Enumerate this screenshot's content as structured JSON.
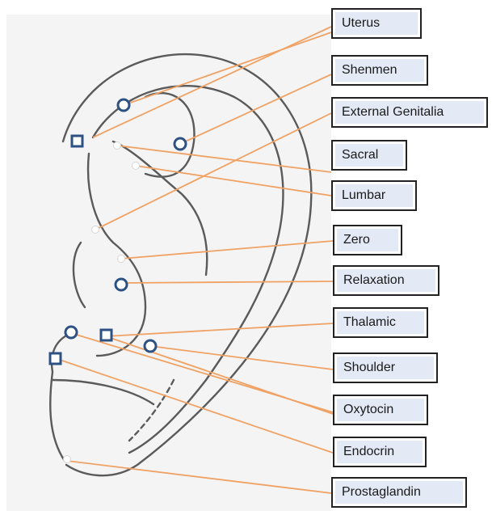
{
  "labels": {
    "uterus": "Uterus",
    "shenmen": "Shenmen",
    "external_genitalia": "External Genitalia",
    "sacral": "Sacral",
    "lumbar": "Lumbar",
    "zero": "Zero",
    "relaxation": "Relaxation",
    "thalamic": "Thalamic",
    "shoulder": "Shoulder",
    "oxytocin": "Oxytocin",
    "endocrin": "Endocrin",
    "prostaglandin": "Prostaglandin"
  },
  "colors": {
    "leader_line": "#f0a264",
    "marker_outline": "#2e5184",
    "ear_outline": "#5a5a5a",
    "label_fill": "#e3eaf6"
  },
  "marker_legend": {
    "circle_marker": "open-circle",
    "square_marker": "open-square",
    "dot_marker": "white-dot"
  }
}
